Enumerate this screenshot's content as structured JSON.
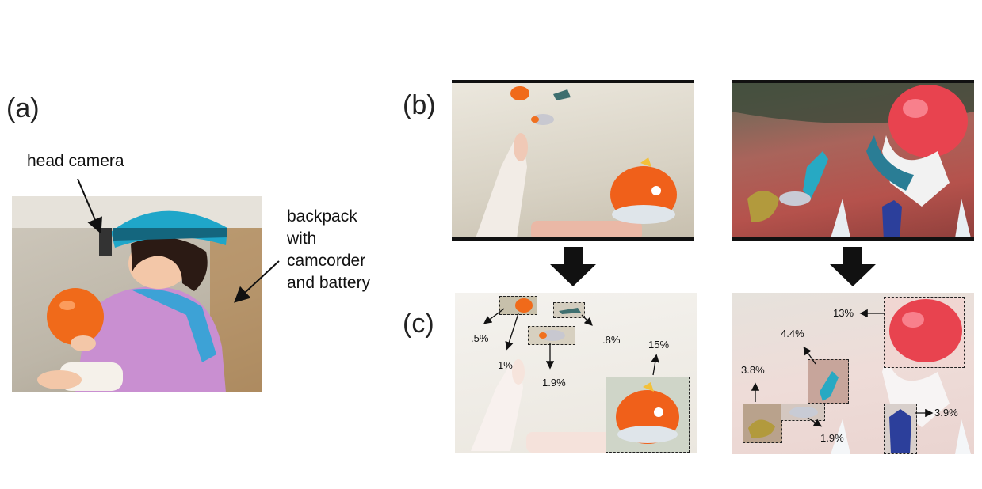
{
  "labels": {
    "a": "(a)",
    "b": "(b)",
    "c": "(c)"
  },
  "annotations": {
    "head_camera": "head camera",
    "backpack_lines": [
      "backpack",
      "with",
      "camcorder",
      "and battery"
    ]
  },
  "left_frame_percentages": [
    ".5%",
    "1%",
    "1.9%",
    ".8%",
    "15%"
  ],
  "right_frame_percentages": [
    "13%",
    "4.4%",
    "3.8%",
    "1.9%",
    "3.9%"
  ],
  "colors": {
    "carpet_beige": "#d8d2c4",
    "rug_red": "#b5524c",
    "toy_orange": "#f06a1a",
    "helmet_teal": "#1fa6c9",
    "arrow_black": "#111111"
  }
}
